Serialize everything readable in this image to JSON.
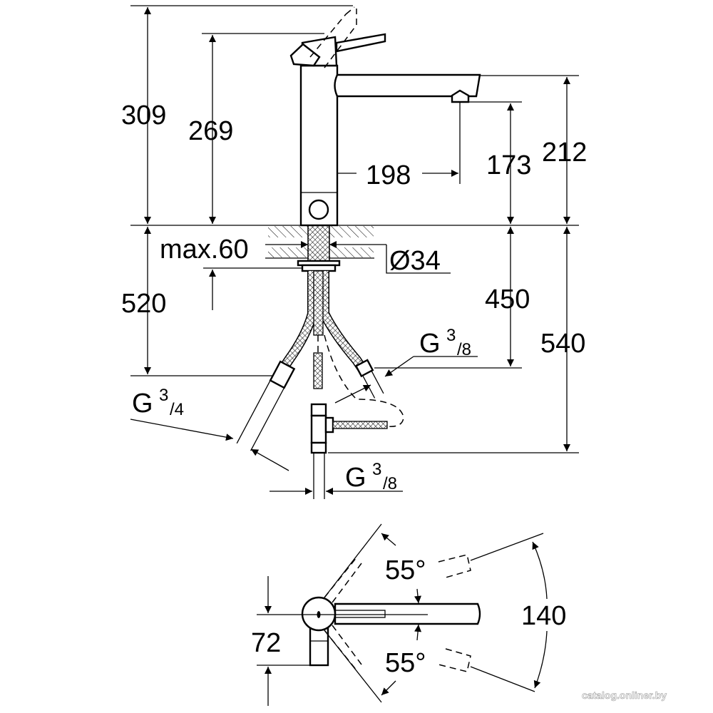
{
  "title": "Faucet dimension drawing",
  "side_view": {
    "dims": {
      "total_height": "309",
      "body_height": "269",
      "spout_height": "212",
      "outlet_height": "173",
      "spout_reach": "198",
      "max_deck": "max.60",
      "hole_diameter": "Ø34",
      "hose_length_left": "520",
      "hose_length_right_inner": "450",
      "hose_length_right": "540"
    },
    "connections": [
      {
        "prefix": "G",
        "num": "3",
        "den": "/8"
      },
      {
        "prefix": "G",
        "num": "3",
        "den": "/4"
      },
      {
        "prefix": "G",
        "num": "3",
        "den": "/8"
      }
    ]
  },
  "top_view": {
    "angle_upper": "55°",
    "angle_lower": "55°",
    "swing": "140",
    "depth": "72"
  },
  "watermark": "catalog.onliner.by"
}
